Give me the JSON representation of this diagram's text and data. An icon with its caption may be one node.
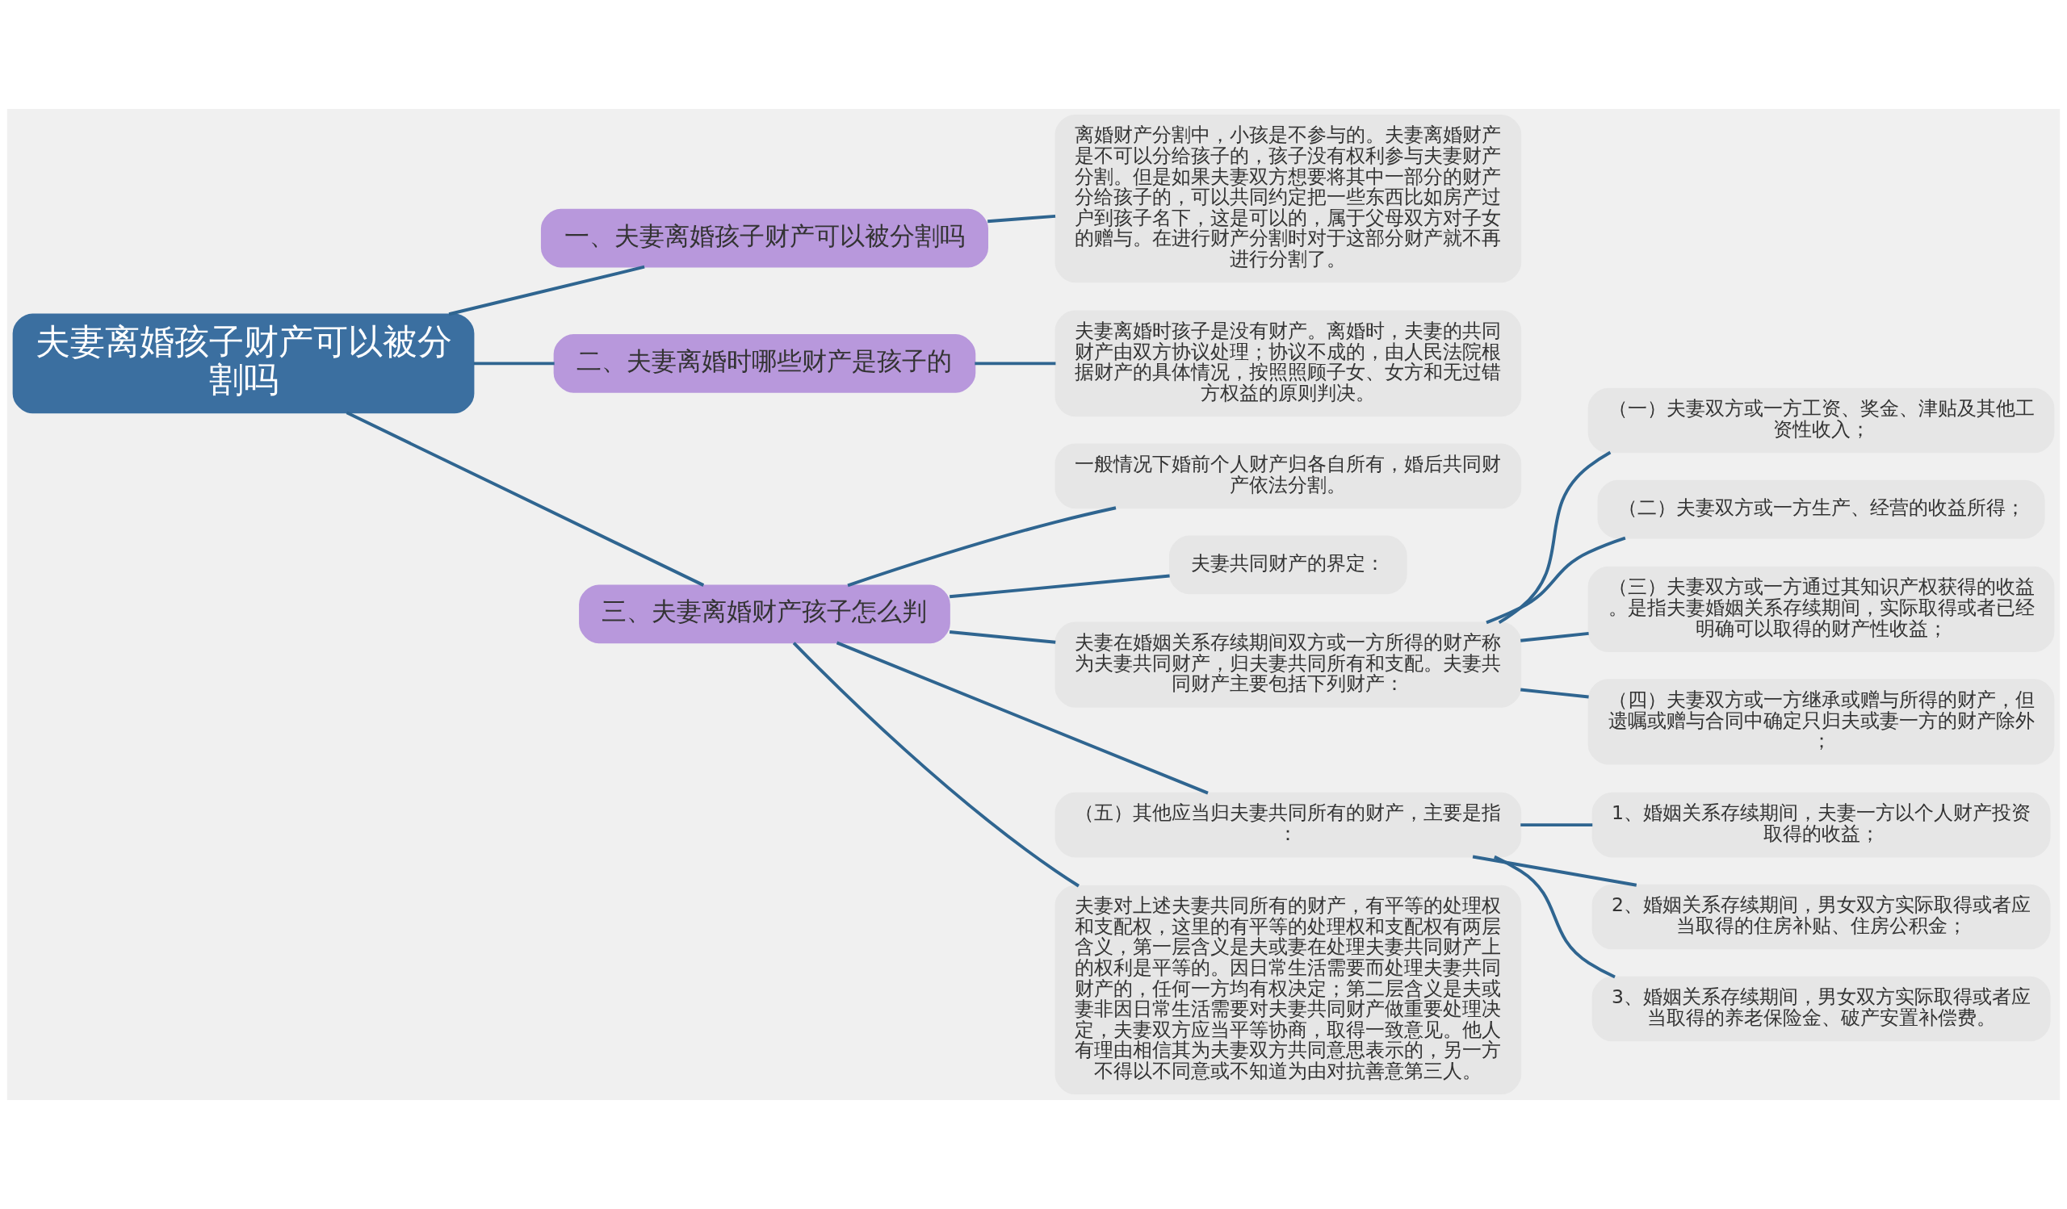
{
  "diagram": {
    "nodes": [
      {
        "text": [
          "夫妻离婚孩子财产可以被分割吗"
        ]
      },
      {
        "text": [
          "一、夫妻离婚孩子财产可以被分割吗"
        ]
      },
      {
        "text": [
          "离婚财产分割中，小孩是不参与的。夫妻离婚财产是不可以分给孩子的，孩子没有权利参与夫妻财产分割。但是如果夫妻双方想要将其中一部分的财产分给孩子的，可以共同约定把一些东西比如房产过户到孩子名下，这是可以的，属于父母双方对子女的赠与。在进行财产分割时对于这部分财产就不再进行分割了。"
        ]
      },
      {
        "text": [
          "二、夫妻离婚时哪些财产是孩子的"
        ]
      },
      {
        "text": [
          "夫妻离婚时孩子是没有财产。离婚时，夫妻的共同财产由双方协议处理；协议不成的，由人民法院根据财产的具体情况，按照照顾子女、女方和无过错方权益的原则判决。"
        ]
      },
      {
        "text": [
          "三、夫妻离婚财产孩子怎么判"
        ]
      },
      {
        "text": [
          "一般情况下婚前个人财产归各自所有，婚后共同财产依法分割。"
        ]
      },
      {
        "text": [
          "夫妻共同财产的界定："
        ]
      },
      {
        "text": [
          "夫妻在婚姻关系存续期间双方或一方所得的财产称为夫妻共同财产，归夫妻共同所有和支配。夫妻共同财产主要包括下列财产："
        ]
      },
      {
        "text": [
          "（一）夫妻双方或一方工资、奖金、津贴及其他工资性收入；"
        ]
      },
      {
        "text": [
          "（二）夫妻双方或一方生产、经营的收益所得；"
        ]
      },
      {
        "text": [
          "（三）夫妻双方或一方通过其知识产权获得的收益。是指夫妻婚姻关系存续期间，实际取得或者已经明确可以取得的财产性收益；"
        ]
      },
      {
        "text": [
          "（四）夫妻双方或一方继承或赠与所得的财产，但遗嘱或赠与合同中确定只归夫或妻一方的财产除外；"
        ]
      },
      {
        "text": [
          "（五）其他应当归夫妻共同所有的财产，主要是指："
        ]
      },
      {
        "text": [
          "1、婚姻关系存续期间，夫妻一方以个人财产投资取得的收益；"
        ]
      },
      {
        "text": [
          "2、婚姻关系存续期间，男女双方实际取得或者应当取得的住房补贴、住房公积金；"
        ]
      },
      {
        "text": [
          "3、婚姻关系存续期间，男女双方实际取得或者应当取得的养老保险金、破产安置补偿费。"
        ]
      },
      {
        "text": [
          "夫妻对上述夫妻共同所有的财产，有平等的处理权和支配权，这里的有平等的处理权和支配权有两层含义，第一层含义是夫或妻在处理夫妻共同财产上的权利是平等的。因日常生活需要而处理夫妻共同财产的，任何一方均有权决定；第二层含义是夫或妻非因日常生活需要对夫妻共同财产做重要处理决定，夫妻双方应当平等协商，取得一致意见。他人有理由相信其为夫妻双方共同意思表示的，另一方不得以不同意或不知道为由对抗善意第三人。"
        ]
      }
    ],
    "edges": [
      {
        "from": 0,
        "to": 1,
        "arrow": "none"
      },
      {
        "from": 1,
        "to": 2,
        "arrow": "none"
      },
      {
        "from": 0,
        "to": 3,
        "arrow": "none"
      },
      {
        "from": 3,
        "to": 4,
        "arrow": "none"
      },
      {
        "from": 0,
        "to": 5,
        "arrow": "none"
      },
      {
        "from": 5,
        "to": 6,
        "arrow": "none"
      },
      {
        "from": 5,
        "to": 7,
        "arrow": "none"
      },
      {
        "from": 5,
        "to": 8,
        "arrow": "none"
      },
      {
        "from": 8,
        "to": 9,
        "arrow": "none"
      },
      {
        "from": 8,
        "to": 10,
        "arrow": "none"
      },
      {
        "from": 8,
        "to": 11,
        "arrow": "none"
      },
      {
        "from": 8,
        "to": 12,
        "arrow": "none"
      },
      {
        "from": 5,
        "to": 13,
        "arrow": "none"
      },
      {
        "from": 13,
        "to": 14,
        "arrow": "none"
      },
      {
        "from": 13,
        "to": 15,
        "arrow": "none"
      },
      {
        "from": 13,
        "to": 16,
        "arrow": "none"
      },
      {
        "from": 5,
        "to": 17,
        "arrow": "none"
      }
    ]
  }
}
